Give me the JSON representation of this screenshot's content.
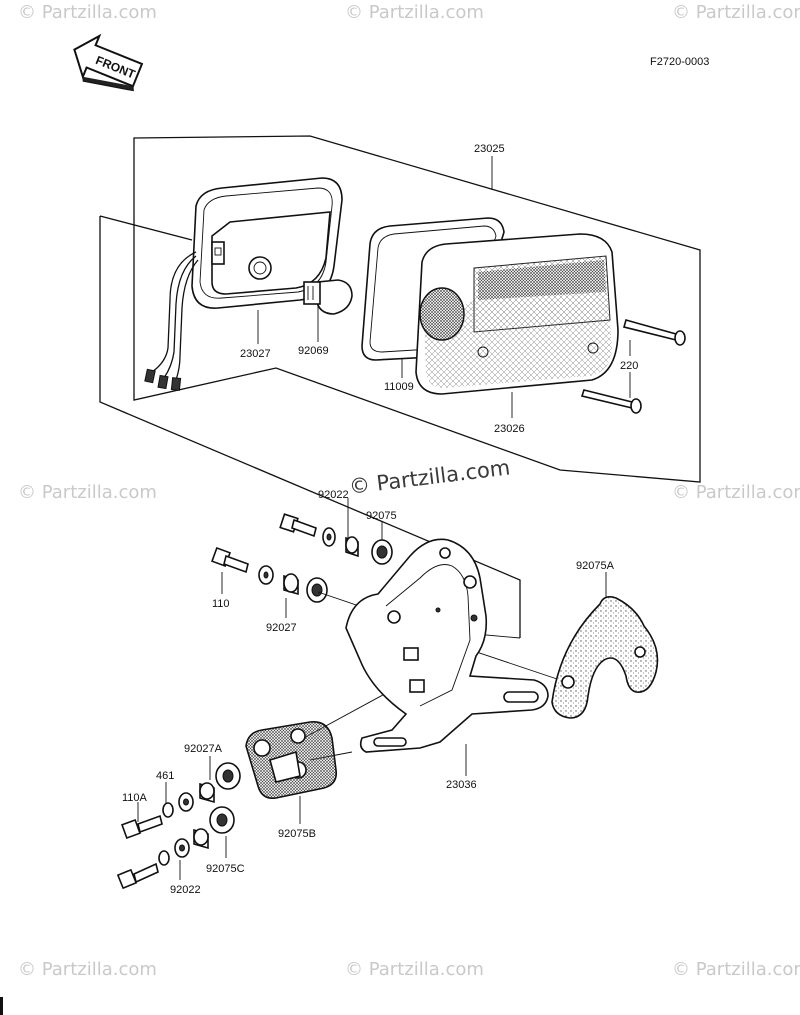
{
  "diagram": {
    "code": "F2720-0003",
    "front_label": "FRONT",
    "watermarks": {
      "corner": "© Partzilla.com",
      "center": "© Partzilla.com"
    },
    "callouts": {
      "p23025": "23025",
      "p23027": "23027",
      "p92069": "92069",
      "p11009": "11009",
      "p23026": "23026",
      "p220": "220",
      "p92022_top": "92022",
      "p92075": "92075",
      "p92075A": "92075A",
      "p110": "110",
      "p92027": "92027",
      "p92027A": "92027A",
      "p461": "461",
      "p110A": "110A",
      "p92022_bottom": "92022",
      "p92075C": "92075C",
      "p92075B": "92075B",
      "p23036": "23036"
    }
  }
}
